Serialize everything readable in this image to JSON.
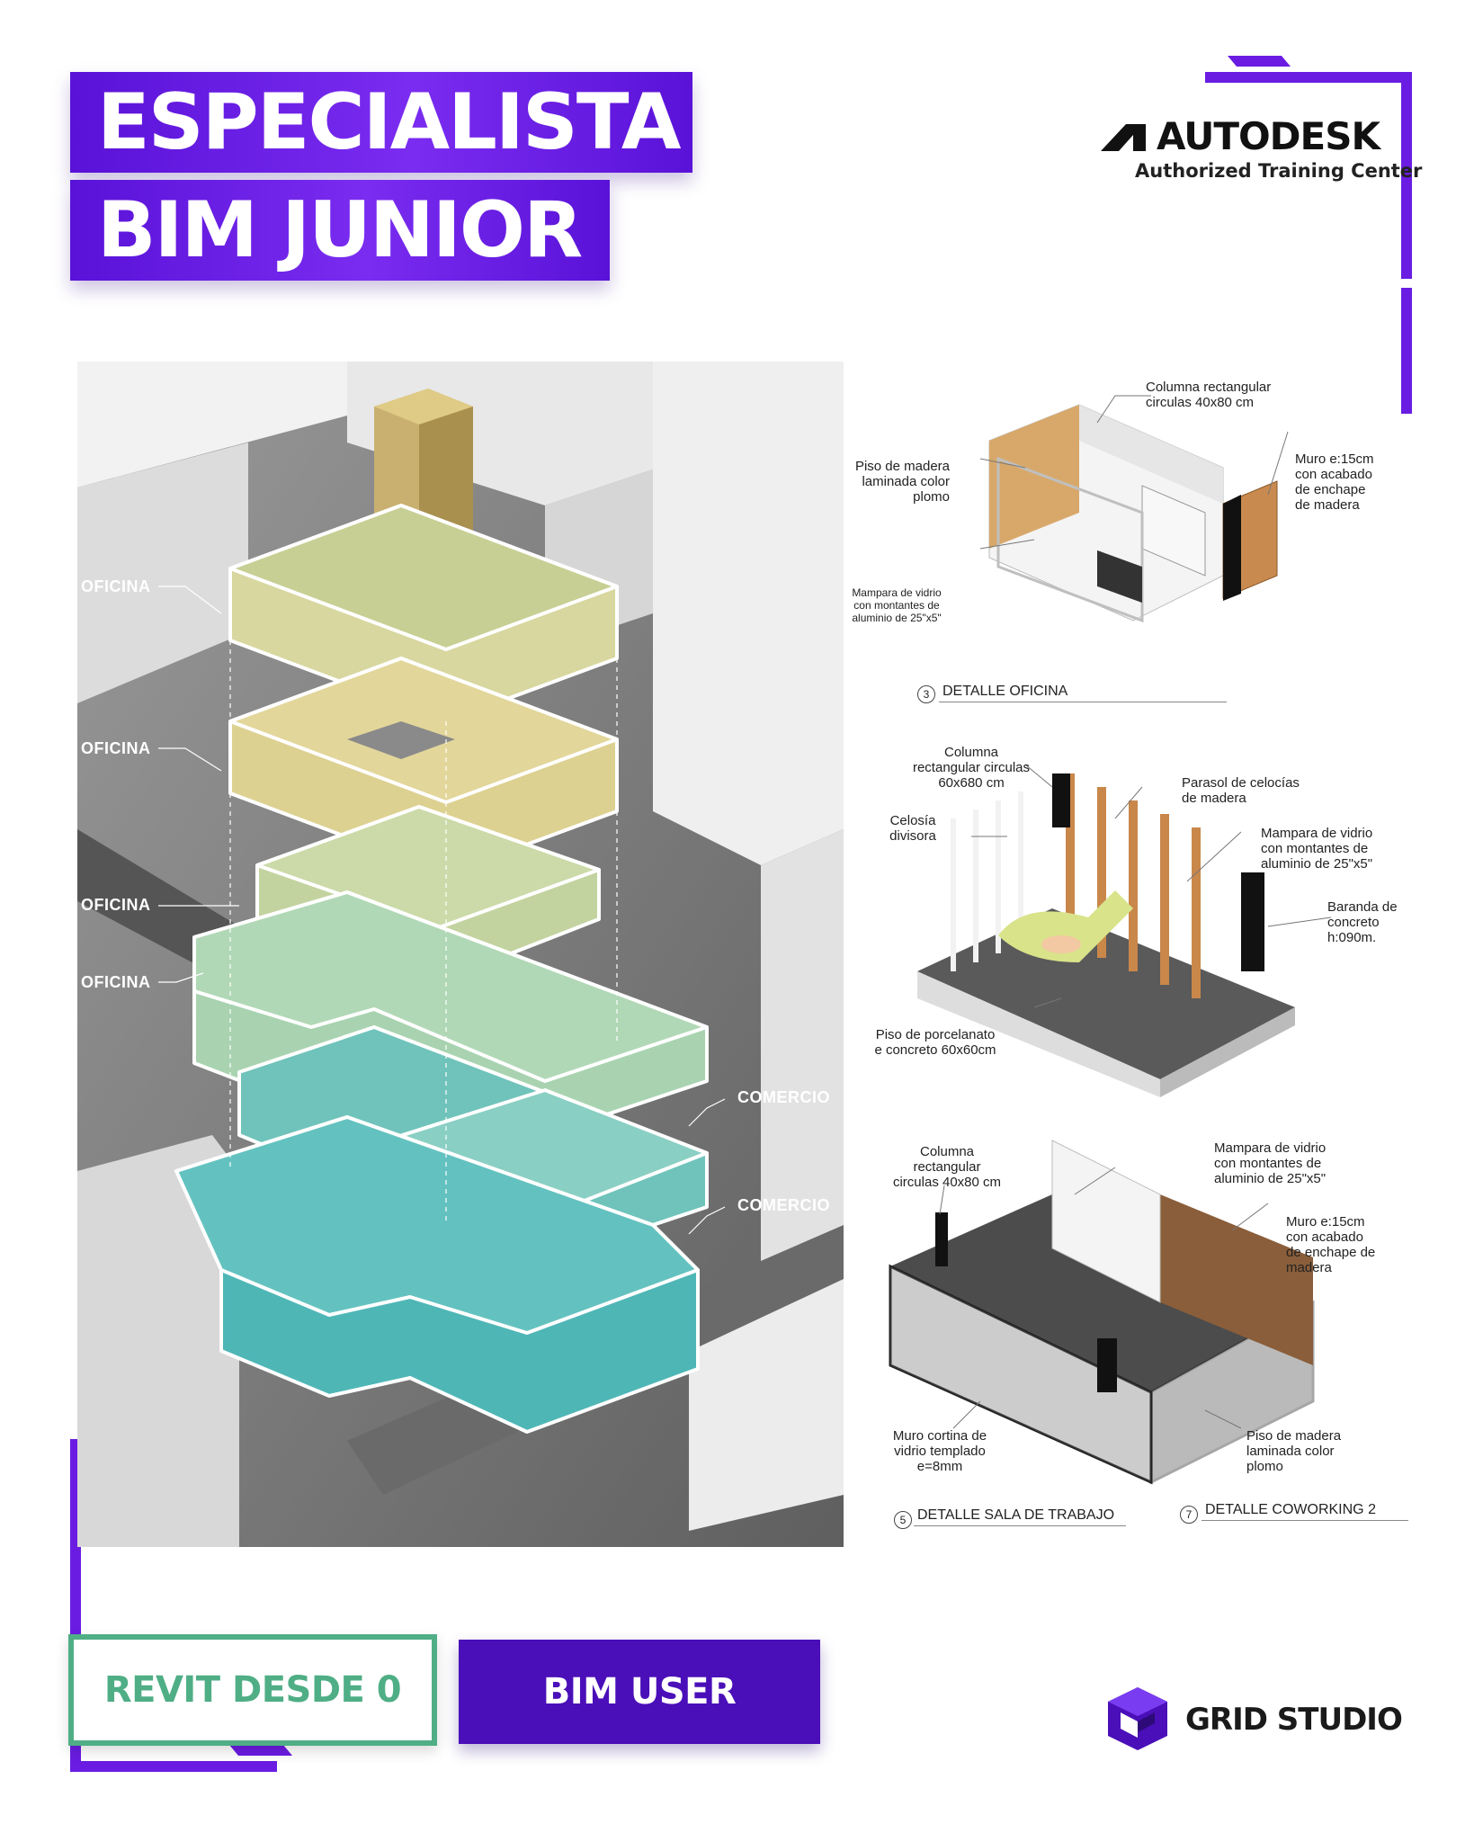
{
  "title": {
    "line1": "ESPECIALISTA",
    "line2": "BIM JUNIOR"
  },
  "brand": {
    "autodesk_name": "AUTODESK",
    "autodesk_sub": "Authorized Training Center",
    "studio_name": "GRID STUDIO",
    "accent_color": "#6a1ce2",
    "green_color": "#4fae85"
  },
  "diagram": {
    "levels": [
      "OFICINA",
      "OFICINA",
      "OFICINA",
      "OFICINA",
      "COMERCIO",
      "COMERCIO"
    ]
  },
  "details": {
    "oficina": {
      "number": "3",
      "title": "DETALLE OFICINA",
      "notes": {
        "columna": "Columna rectangular\ncirculas 40x80 cm",
        "piso": "Piso de madera\nlaminada color\nplomo",
        "muro": "Muro e:15cm\ncon acabado\nde enchape\nde madera",
        "mampara": "Mampara de vidrio\ncon montantes de\naluminio de 25\"x5\""
      }
    },
    "sala": {
      "notes": {
        "columna": "Columna\nrectangular circulas\n60x680 cm",
        "parasol": "Parasol de celocías\nde madera",
        "celosia": "Celosía\ndivisora",
        "mampara": "Mampara de vidrio\ncon montantes de\naluminio de 25\"x5\"",
        "baranda": "Baranda de\nconcreto\nh:090m.",
        "piso": "Piso de porcelanato\ne concreto 60x60cm"
      }
    },
    "cowork": {
      "num_left": "5",
      "title_left": "DETALLE SALA DE TRABAJO",
      "num_right": "7",
      "title_right": "DETALLE COWORKING 2",
      "notes": {
        "columna": "Columna\nrectangular\ncirculas 40x80 cm",
        "mampara": "Mampara de vidrio\ncon montantes de\naluminio de 25\"x5\"",
        "muro": "Muro e:15cm\ncon acabado\nde enchape de\nmadera",
        "muro_cortina": "Muro cortina de\nvidrio templado\ne=8mm",
        "piso": "Piso de madera\nlaminada color\nplomo"
      }
    }
  },
  "buttons": {
    "revit": "REVIT DESDE 0",
    "bimuser": "BIM USER"
  }
}
